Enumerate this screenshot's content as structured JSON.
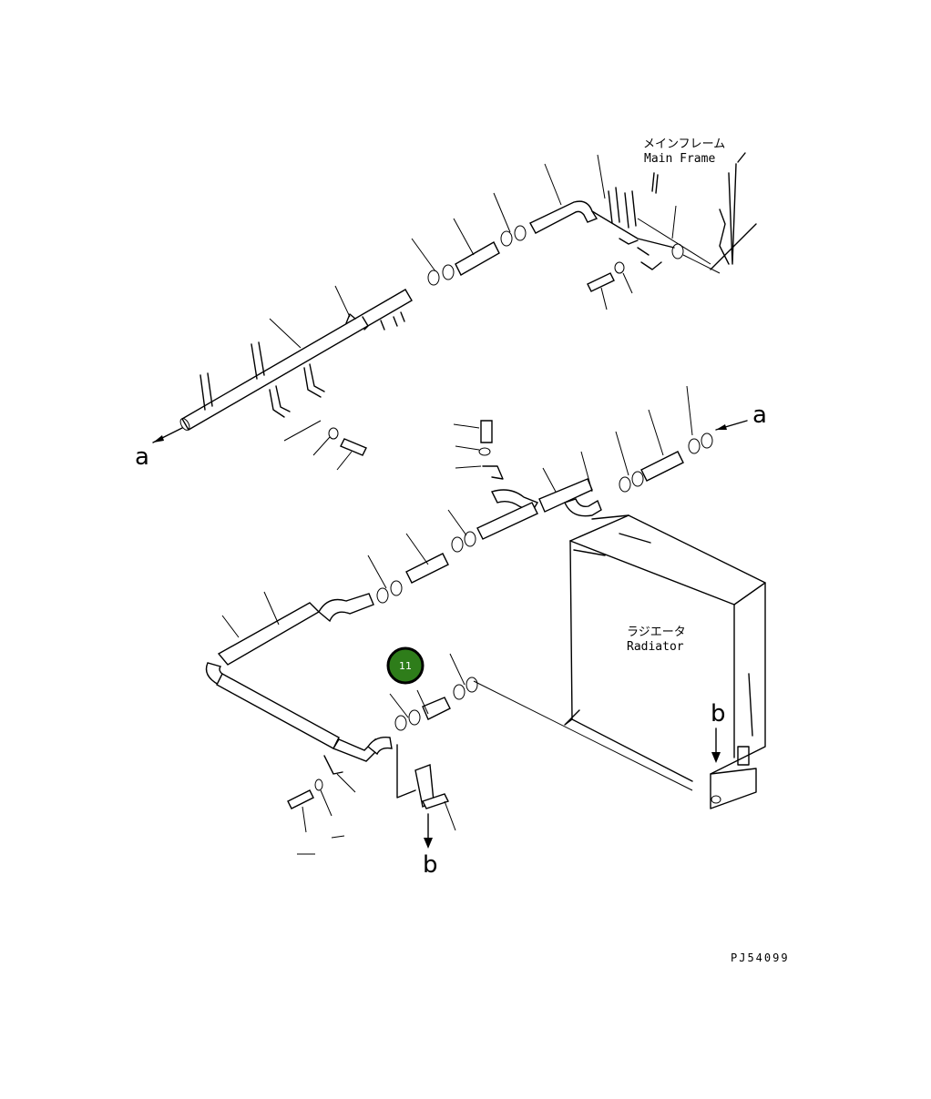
{
  "labels": {
    "main_frame_jp": "メインフレーム",
    "main_frame_en": "Main Frame",
    "radiator_jp": "ラジエータ",
    "radiator_en": "Radiator",
    "ref_a_top": "a",
    "ref_a_right": "a",
    "ref_b_right": "b",
    "ref_b_bottom": "b",
    "drawing_code": "PJ54099"
  },
  "callout": {
    "number": "11",
    "color": "#2e7d1a"
  }
}
